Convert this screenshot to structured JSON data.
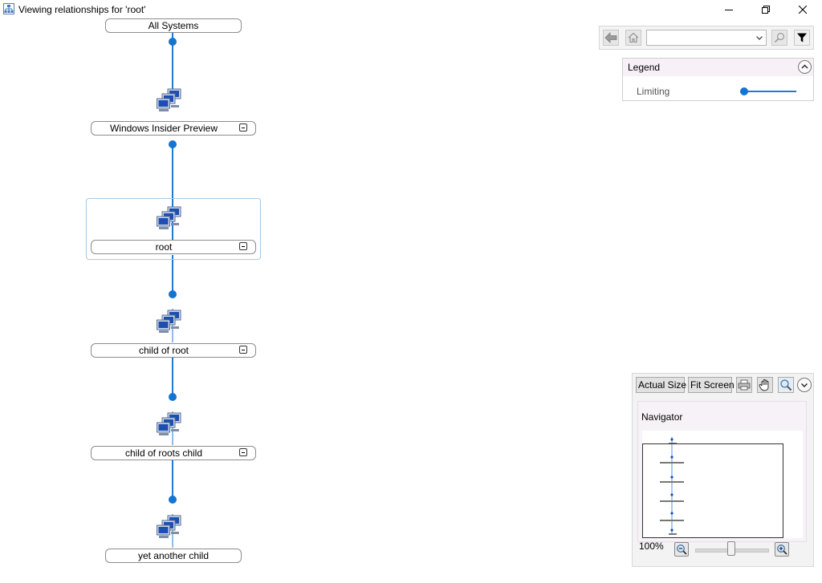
{
  "window": {
    "title": "Viewing relationships for 'root'",
    "minimize_icon": "minimize-icon",
    "restore_icon": "restore-icon",
    "close_icon": "close-icon"
  },
  "diagram": {
    "nodes": [
      {
        "label": "All Systems",
        "icon": "none",
        "expander": false
      },
      {
        "label": "Windows Insider Preview",
        "icon": "computer-group-icon",
        "expander": true
      },
      {
        "label": "root",
        "icon": "computer-group-icon",
        "expander": true,
        "selected": true
      },
      {
        "label": "child of root",
        "icon": "computer-group-icon",
        "expander": true
      },
      {
        "label": "child of roots child",
        "icon": "computer-group-icon",
        "expander": true
      },
      {
        "label": "yet another child",
        "icon": "computer-group-icon",
        "expander": false
      }
    ]
  },
  "toolbar": {
    "back_icon": "back-arrow-icon",
    "home_icon": "home-icon",
    "search_value": "",
    "search_icon": "search-icon",
    "filter_icon": "filter-icon"
  },
  "legend": {
    "title": "Legend",
    "item_label": "Limiting"
  },
  "navigator": {
    "actual_size_label": "Actual Size",
    "fit_screen_label": "Fit Screen",
    "title": "Navigator",
    "zoom_level": "100%",
    "zoom_fraction": 0.5
  }
}
